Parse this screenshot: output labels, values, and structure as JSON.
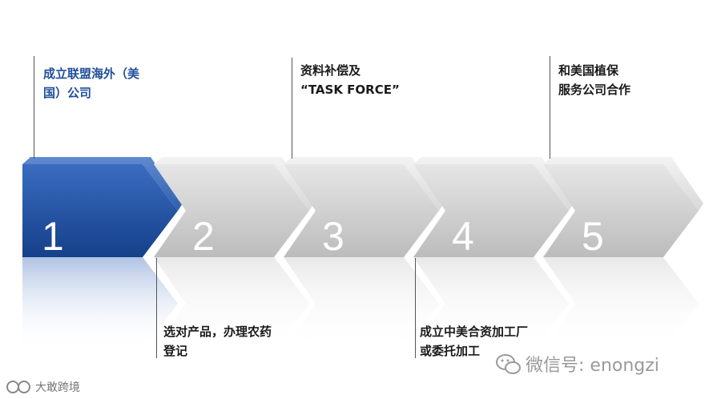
{
  "steps": [
    {
      "number": "1",
      "label": "成立联盟海外（美\n国）公司",
      "color": "#1f4e9c",
      "primary": true
    },
    {
      "number": "2",
      "label": "选对产品，办理农药\n登记",
      "color": "#c8c8c8",
      "primary": false
    },
    {
      "number": "3",
      "label": "资料补偿及\n“TASK FORCE”",
      "color": "#c8c8c8",
      "primary": false
    },
    {
      "number": "4",
      "label": "成立中美合资加工厂\n或委托加工",
      "color": "#c8c8c8",
      "primary": false
    },
    {
      "number": "5",
      "label": "和美国植保\n服务公司合作",
      "color": "#c8c8c8",
      "primary": false
    }
  ],
  "watermark": {
    "text": "微信号: enongzi",
    "icon": "wechat-icon"
  },
  "source": {
    "text": "大敢跨境",
    "icon": "weibo-icon"
  }
}
